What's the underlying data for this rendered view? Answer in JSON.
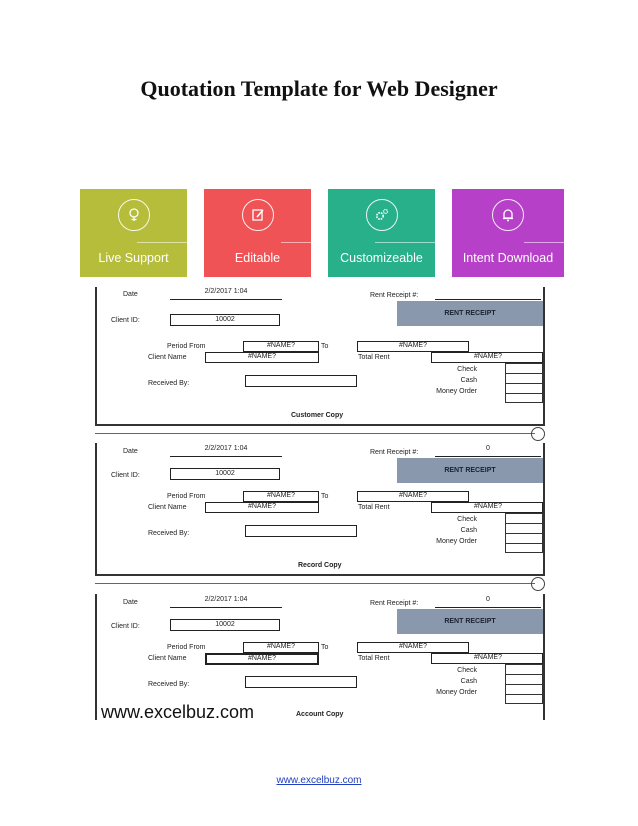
{
  "document": {
    "title": "Quotation Template for Web Designer",
    "footer_link": "www.excelbuz.com"
  },
  "features": [
    {
      "label": "Live Support",
      "color": "#b6bd3a",
      "icon": "lightbulb-icon"
    },
    {
      "label": "Editable",
      "color": "#ef5356",
      "icon": "edit-icon"
    },
    {
      "label": "Customizeable",
      "color": "#27b08a",
      "icon": "gears-icon"
    },
    {
      "label": "Intent Download",
      "color": "#b640c7",
      "icon": "bell-icon"
    }
  ],
  "receipt": {
    "date_label": "Date",
    "date_value": "2/2/2017 1:04",
    "client_id_label": "Client ID:",
    "client_id_value": "10002",
    "rent_receipt_no_label": "Rent Receipt #:",
    "banner": "RENT RECEIPT",
    "period_from_label": "Period From",
    "to_label": "To",
    "client_name_label": "Client Name",
    "total_rent_label": "Total Rent",
    "name_error": "#NAME?",
    "received_by_label": "Received By:",
    "check_label": "Check",
    "cash_label": "Cash",
    "money_order_label": "Money Order"
  },
  "copies": [
    {
      "copy_label": "Customer Copy",
      "receipt_no": ""
    },
    {
      "copy_label": "Record Copy",
      "receipt_no": "0"
    },
    {
      "copy_label": "Account Copy",
      "receipt_no": "0"
    }
  ],
  "watermark": "www.excelbuz.com"
}
